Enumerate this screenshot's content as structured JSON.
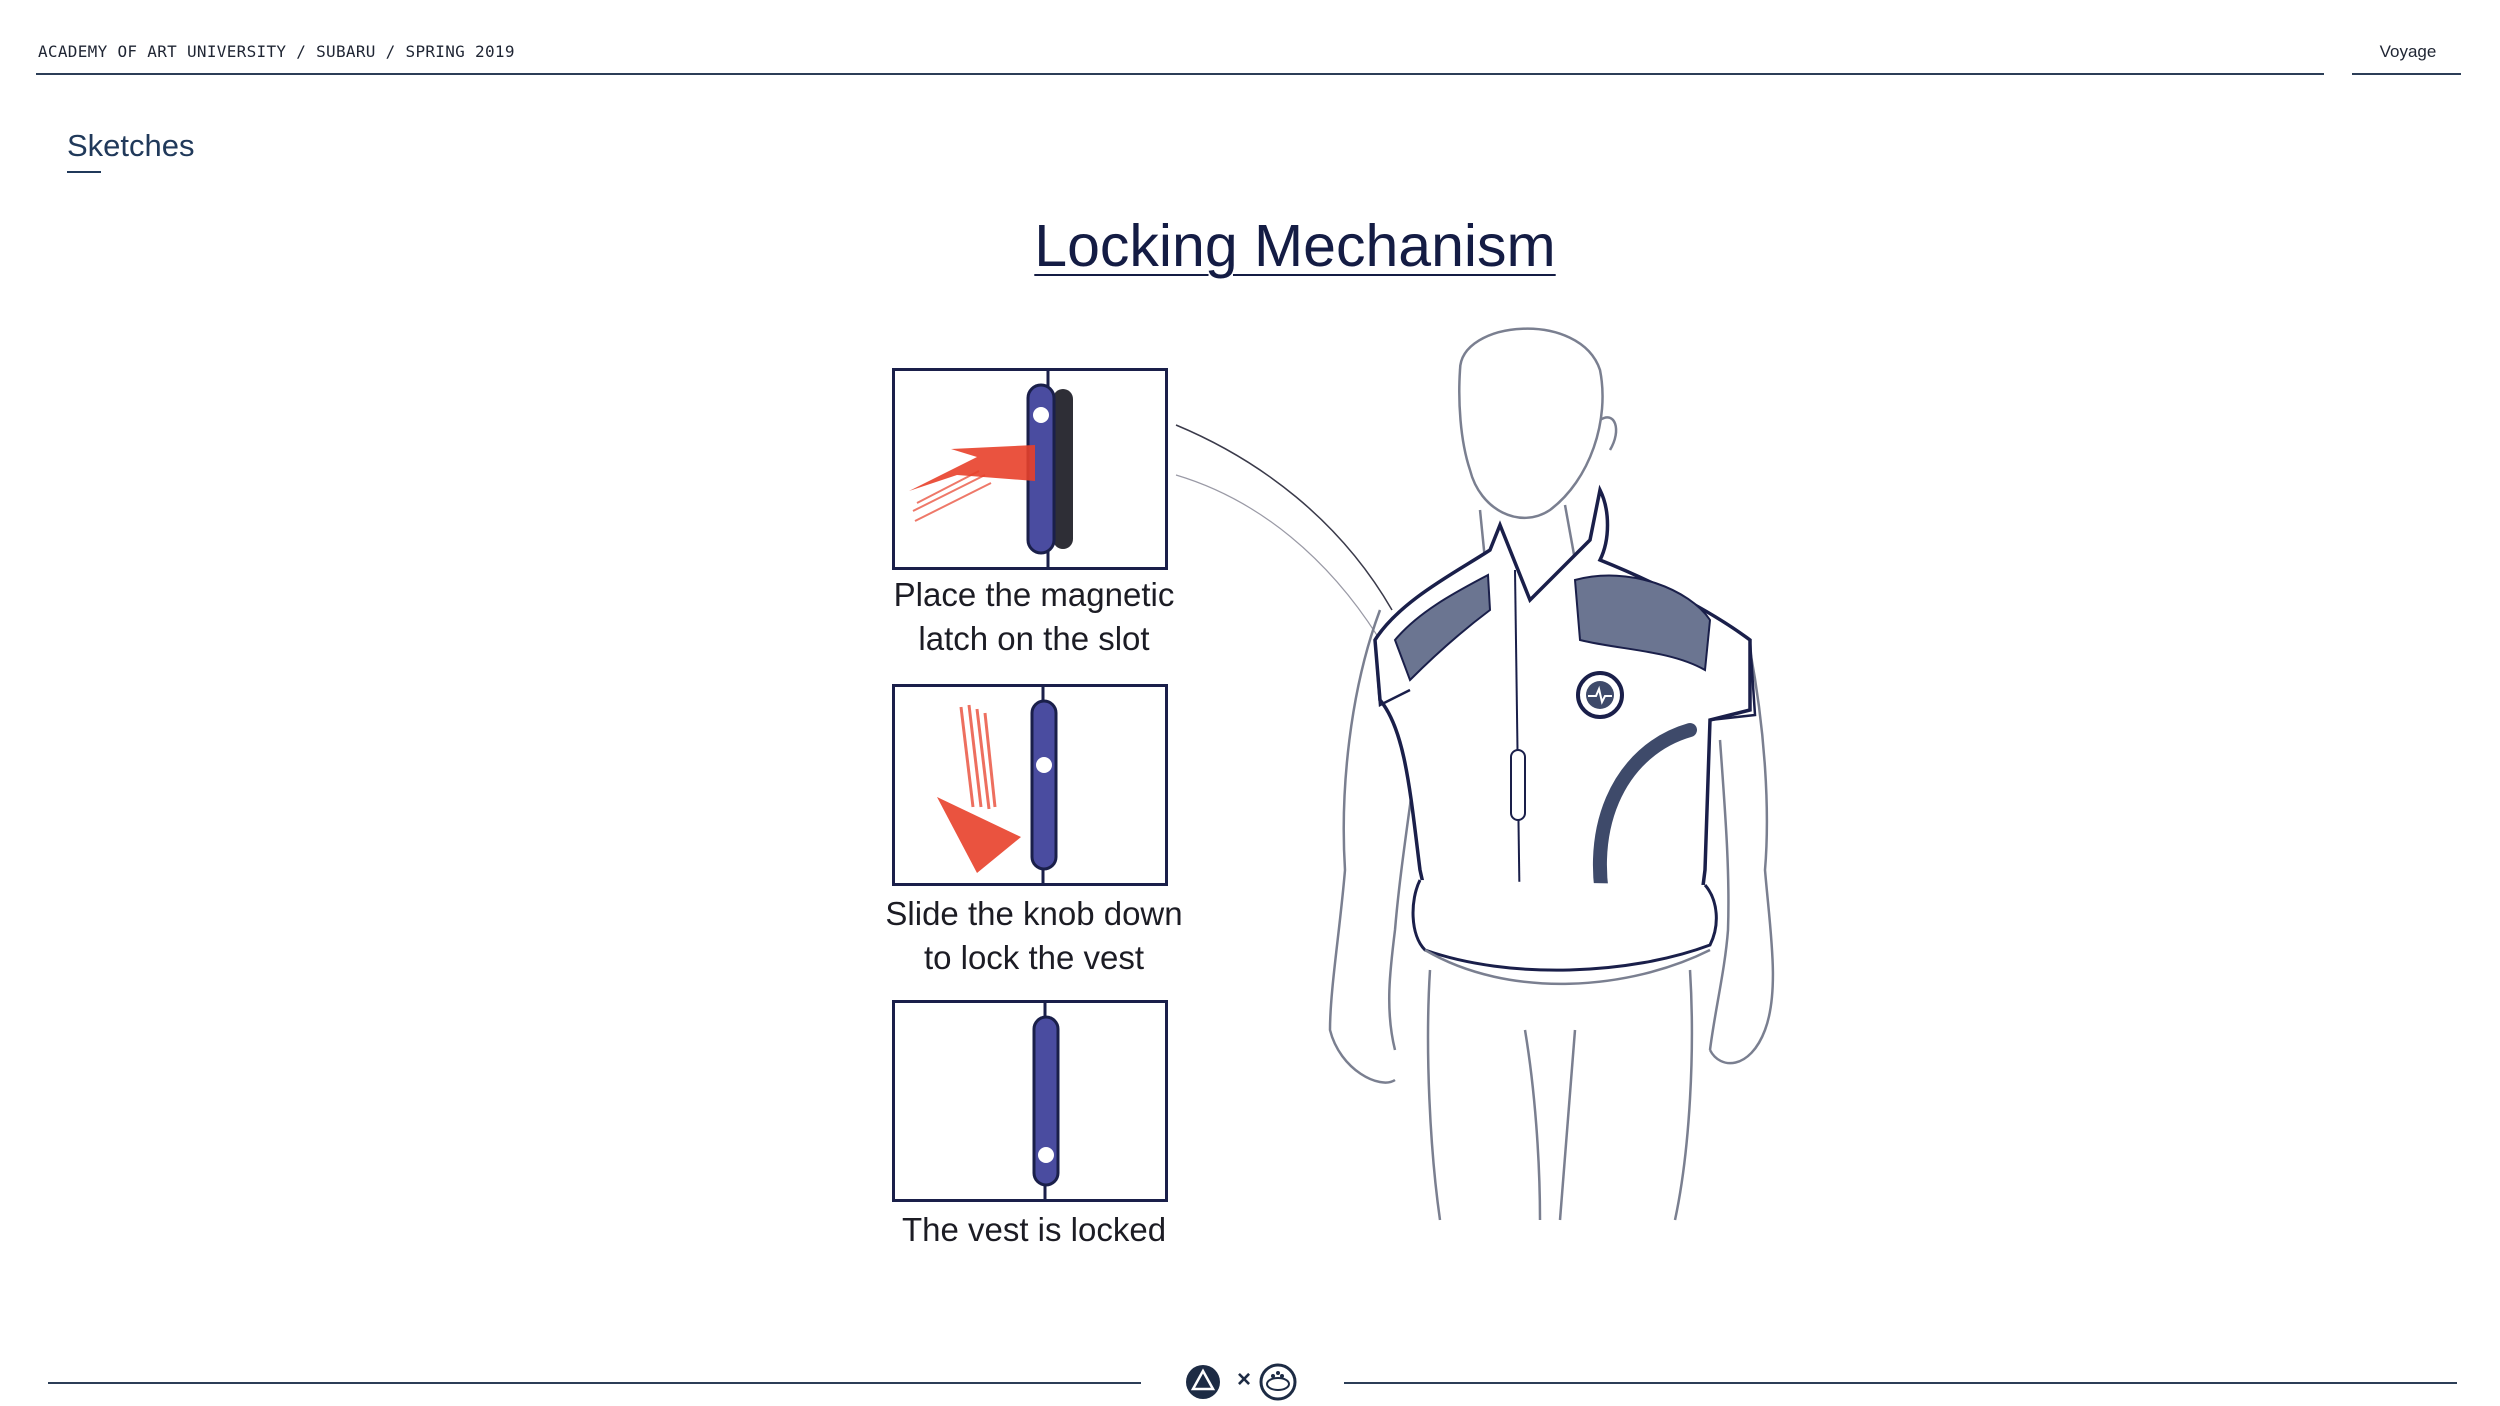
{
  "header": {
    "left_text": "ACADEMY OF ART UNIVERSITY / SUBARU / SPRING 2019",
    "right_text": "Voyage"
  },
  "section": {
    "title": "Sketches"
  },
  "slide": {
    "title": "Locking Mechanism",
    "steps": [
      {
        "caption_line1": "Place the magnetic",
        "caption_line2": "latch on the slot"
      },
      {
        "caption_line1": "Slide the knob down",
        "caption_line2": "to lock the vest"
      },
      {
        "caption_line1": "The vest is locked",
        "caption_line2": ""
      }
    ]
  },
  "footer": {
    "separator": "×",
    "left_logo_icon": "academy-triangle-logo-icon",
    "right_logo_icon": "subaru-logo-icon"
  },
  "colors": {
    "navy": "#1a1f4a",
    "latch_blue": "#4a4ca0",
    "arrow_red": "#e8402a",
    "vest_panel": "#6b7591",
    "line": "#2c3e57"
  }
}
